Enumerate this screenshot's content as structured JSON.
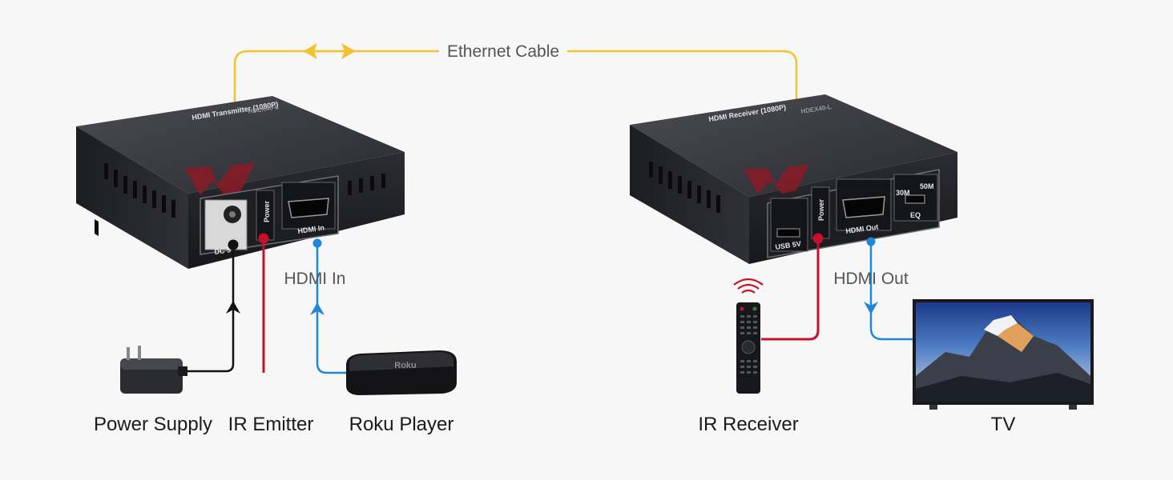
{
  "cables": {
    "ethernet": "Ethernet Cable",
    "hdmi_in": "HDMI In",
    "hdmi_out": "HDMI Out"
  },
  "transmitter": {
    "top_label": "HDMI Transmitter (1080P)",
    "model": "HDEX40-L",
    "port_power": "Power",
    "port_hdmi": "HDMI In",
    "port_dc": "DC 5V"
  },
  "receiver": {
    "top_label": "HDMI Receiver (1080P)",
    "model": "HDEX40-L",
    "port_usb": "USB 5V",
    "port_power": "Power",
    "port_hdmi": "HDMI Out",
    "eq_30": "30M",
    "eq_50": "50M",
    "eq": "EQ"
  },
  "devices": {
    "power_supply": "Power Supply",
    "ir_emitter": "IR Emitter",
    "roku": "Roku Player",
    "roku_brand": "Roku",
    "ir_receiver": "IR Receiver",
    "tv": "TV"
  },
  "colors": {
    "ethernet": "#f2c230",
    "ir": "#c8102e",
    "hdmi": "#1e88d6",
    "power": "#111111"
  }
}
